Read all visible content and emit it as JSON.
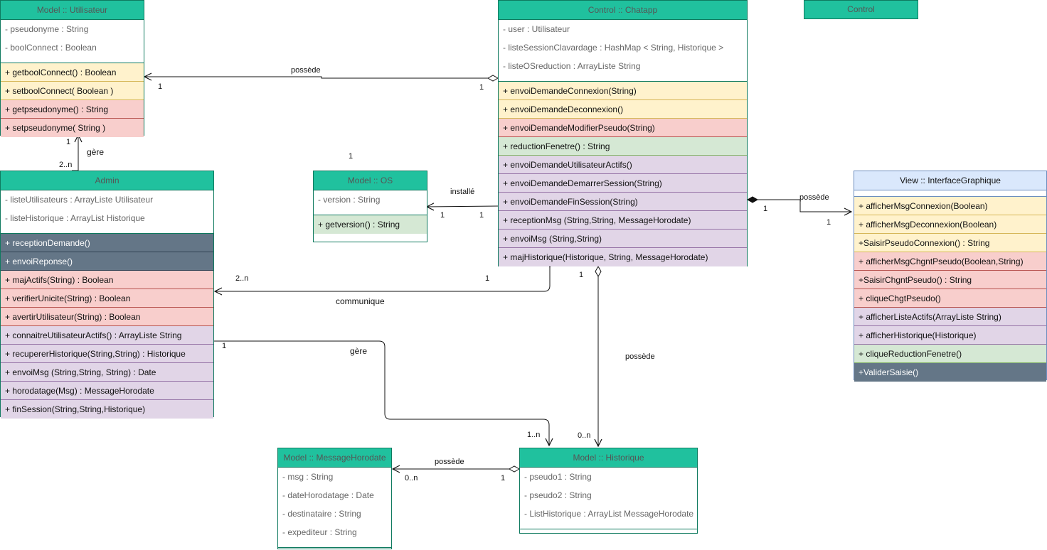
{
  "classes": {
    "utilisateur": {
      "title": "Model :: Utilisateur",
      "attributes": [
        "- pseudonyme  : String",
        "- boolConnect  : Boolean"
      ],
      "methods": [
        {
          "label": "+ getboolConnect()  : Boolean",
          "color": "yellow"
        },
        {
          "label": "+ setboolConnect( Boolean )",
          "color": "yellow"
        },
        {
          "label": "+ getpseudonyme()  : String",
          "color": "red"
        },
        {
          "label": "+ setpseudonyme( String )",
          "color": "red"
        }
      ]
    },
    "chatapp": {
      "title": "Control :: Chatapp",
      "attributes": [
        "- user : Utilisateur",
        "- listeSessionClavardage : HashMap  < String, Historique >",
        "- listeOSreduction : ArrayListe String"
      ],
      "methods": [
        {
          "label": "+ envoiDemandeConnexion(String)",
          "color": "yellow"
        },
        {
          "label": "+ envoiDemandeDeconnexion()",
          "color": "yellow"
        },
        {
          "label": "+ envoiDemandeModifierPseudo(String)",
          "color": "red"
        },
        {
          "label": "+ reductionFenetre() : String",
          "color": "green"
        },
        {
          "label": "+ envoiDemandeUtilisateurActifs()",
          "color": "purple"
        },
        {
          "label": "+ envoiDemandeDemarrerSession(String)",
          "color": "purple"
        },
        {
          "label": "+ envoiDemandeFinSession(String)",
          "color": "purple"
        },
        {
          "label": "+ receptionMsg (String,String, MessageHorodate)",
          "color": "purple"
        },
        {
          "label": "+ envoiMsg (String,String)",
          "color": "purple"
        },
        {
          "label": "+ majHistorique(Historique, String, MessageHorodate)",
          "color": "purple"
        }
      ]
    },
    "control": {
      "title": "Control"
    },
    "admin": {
      "title": "Admin",
      "attributes": [
        "- listeUtilisateurs : ArrayListe Utilisateur",
        "- listeHistorique :  ArrayList Historique"
      ],
      "methods": [
        {
          "label": "+ receptionDemande()",
          "color": "dark"
        },
        {
          "label": "+ envoiReponse()",
          "color": "dark"
        },
        {
          "label": "+ majActifs(String) : Boolean",
          "color": "red"
        },
        {
          "label": "+ verifierUnicite(String) : Boolean",
          "color": "red"
        },
        {
          "label": "+ avertirUtilisateur(String) : Boolean",
          "color": "red"
        },
        {
          "label": "+ connaitreUtilisateurActifs() :  ArrayListe String",
          "color": "purple"
        },
        {
          "label": "+ recupererHistorique(String,String) :  Historique",
          "color": "purple"
        },
        {
          "label": "+ envoiMsg (String,String, String) : Date",
          "color": "purple"
        },
        {
          "label": "+ horodatage(Msg) : MessageHorodate",
          "color": "purple"
        },
        {
          "label": "+ finSession(String,String,Historique)",
          "color": "purple"
        }
      ]
    },
    "os": {
      "title": "Model :: OS",
      "attributes": [
        "- version : String"
      ],
      "methods": [
        {
          "label": "+ getversion() : String",
          "color": "green"
        }
      ]
    },
    "interface": {
      "title": "View :: InterfaceGraphique",
      "attributes": [],
      "methods": [
        {
          "label": "+ afficherMsgConnexion(Boolean)",
          "color": "yellow"
        },
        {
          "label": "+ afficherMsgDeconnexion(Boolean)",
          "color": "yellow"
        },
        {
          "label": "+SaisirPseudoConnexion() : String",
          "color": "yellow"
        },
        {
          "label": "+ afficherMsgChgntPseudo(Boolean,String)",
          "color": "red"
        },
        {
          "label": "+SaisirChgntPseudo() : String",
          "color": "red"
        },
        {
          "label": "+ cliqueChgtPseudo()",
          "color": "red"
        },
        {
          "label": "+ afficherListeActifs(ArrayListe String)",
          "color": "purple"
        },
        {
          "label": "+ afficherHistorique(Historique)",
          "color": "purple"
        },
        {
          "label": "+ cliqueReductionFenetre()",
          "color": "green"
        },
        {
          "label": "+ValiderSaisie()",
          "color": "dark"
        }
      ]
    },
    "messagehorodate": {
      "title": "Model :: MessageHorodate",
      "attributes": [
        "- msg  : String",
        "- dateHorodatage  : Date",
        "- destinataire : String",
        "- expediteur : String"
      ],
      "methods": []
    },
    "historique": {
      "title": "Model :: Historique",
      "attributes": [
        "- pseudo1  : String",
        "- pseudo2  : String",
        "- ListHistorique : ArrayList MessageHorodate"
      ],
      "methods": []
    }
  },
  "labels": {
    "possede1": "possède",
    "m_util_1": "1",
    "m_chat_1": "1",
    "gere1": "gère",
    "m_util_admin_1": "1",
    "m_admin_2n": "2..n",
    "stray1": "1",
    "installe": "installé",
    "m_os_1": "1",
    "m_chat_os_1": "1",
    "possede2": "possède",
    "m_chat_view_1": "1",
    "m_view_1": "1",
    "communique": "communique",
    "m_admin_2n_b": "2..n",
    "m_chat_comm_1": "1",
    "gere2": "gère",
    "m_admin_gere_1": "1",
    "m_hist_1n": "1..n",
    "possede3": "possède",
    "m_chat_hist_1": "1",
    "m_hist_0n": "0..n",
    "possede4": "possède",
    "m_hist_msg_1": "1",
    "m_msg_0n": "0..n"
  }
}
